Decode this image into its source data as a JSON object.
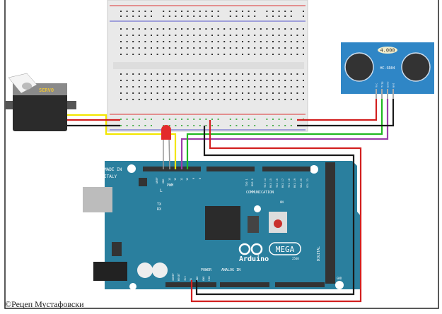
{
  "servo": {
    "label": "SERVO"
  },
  "sensor": {
    "crystal": "4.000",
    "model": "HC-SR04",
    "pins": [
      "Vcc",
      "Trig",
      "Echo",
      "Gnd"
    ]
  },
  "arduino": {
    "made_in": "MADE IN",
    "italy": "ITALY",
    "pwm": "PWM",
    "communication": "COMMUNICATION",
    "led_l": "L",
    "tx": "TX",
    "rx": "RX",
    "on": "ON",
    "power": "POWER",
    "analog_in": "ANALOG IN",
    "digital": "DIGITAL",
    "brand": "Arduino",
    "model": "MEGA",
    "variant": "2560",
    "gnd": "GND",
    "top_pins": [
      "AREF",
      "GND",
      "13",
      "12",
      "11",
      "10",
      "9",
      "8"
    ],
    "power_pins": [
      "IOREF",
      "RESET",
      "3V3",
      "5V",
      "GND",
      "GND",
      "VIN"
    ],
    "comm_pins": [
      "TX0 1",
      "RX0 0",
      "TX3 14",
      "RX3 15",
      "TX2 16",
      "RX2 17",
      "TX1 18",
      "RX1 19",
      "SDA 20",
      "SCL 21"
    ]
  },
  "wire_colors": {
    "signal": "#f2e600",
    "power": "#d21f1f",
    "ground": "#1a1a1a",
    "trig": "#22b822",
    "echo": "#9b3fa8"
  },
  "board_color": "#2a7f9e",
  "credit": "©Рецеп Мустафовски"
}
